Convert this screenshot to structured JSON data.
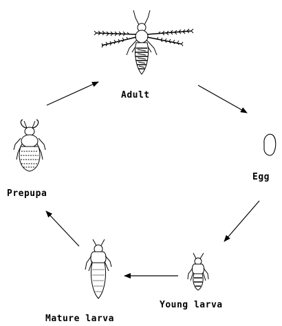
{
  "diagram": {
    "stages": [
      {
        "id": "adult",
        "label": "Adult",
        "icon": "adult-thrips-icon"
      },
      {
        "id": "egg",
        "label": "Egg",
        "icon": "egg-icon"
      },
      {
        "id": "young",
        "label": "Young larva",
        "icon": "young-larva-icon"
      },
      {
        "id": "mature",
        "label": "Mature larva",
        "icon": "mature-larva-icon"
      },
      {
        "id": "prepupa",
        "label": "Prepupa",
        "icon": "prepupa-icon"
      }
    ],
    "arrow_color": "#000000",
    "ink_color": "#000000"
  }
}
